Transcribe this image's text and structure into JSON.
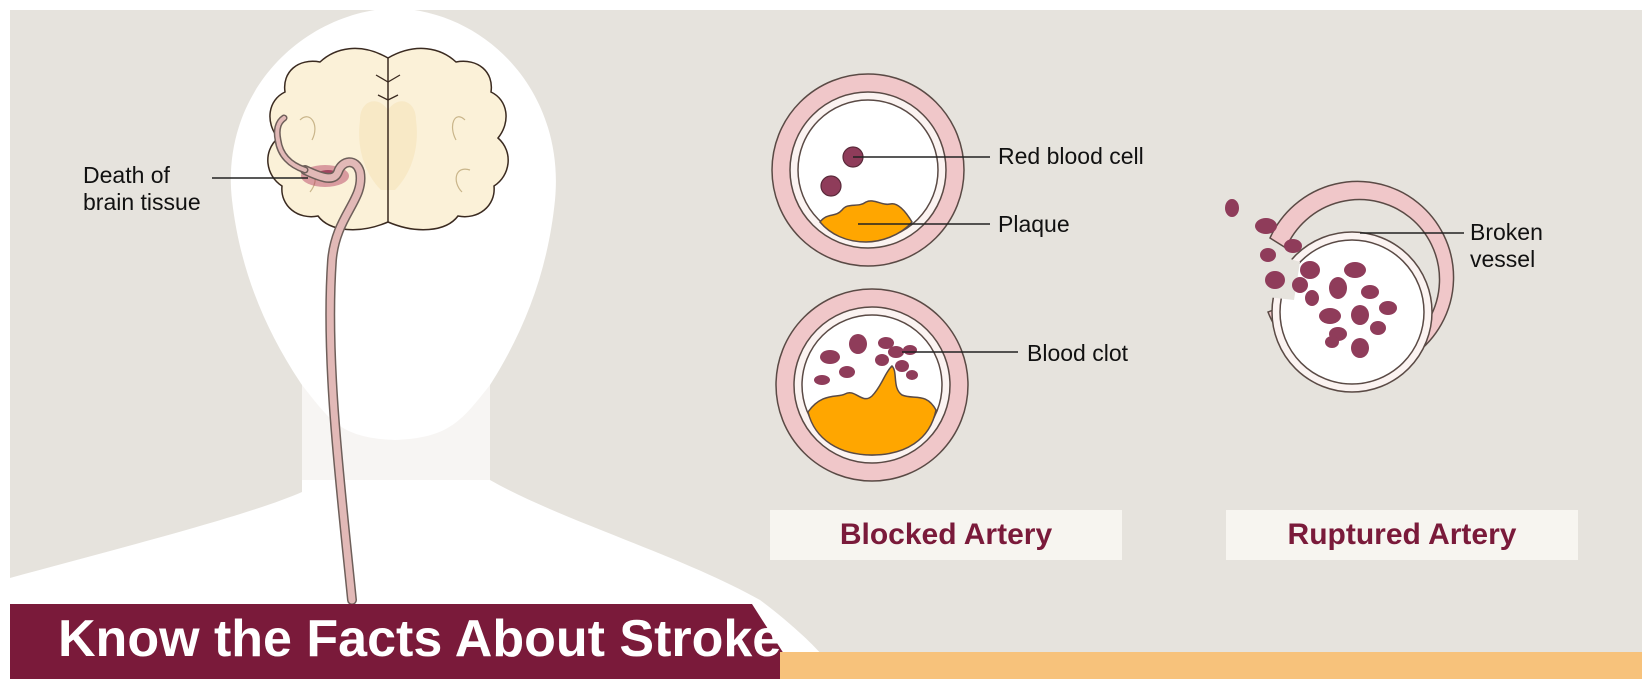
{
  "colors": {
    "background": "#e6e3dd",
    "silhouette": "#ffffff",
    "brain": "#fbf1d8",
    "vessel_wall": "#f0c7c9",
    "blood_cell": "#8f3c5a",
    "plaque": "#ffa600",
    "caption_text": "#7a1a3a",
    "banner": "#7a1a3a",
    "accent_strip": "#f7c27b"
  },
  "labels": {
    "death_of_brain_tissue": "Death of\nbrain tissue",
    "red_blood_cell": "Red blood cell",
    "plaque": "Plaque",
    "blood_clot": "Blood clot",
    "broken_vessel": "Broken\nvessel"
  },
  "captions": {
    "blocked": "Blocked Artery",
    "ruptured": "Ruptured Artery"
  },
  "banner": {
    "title": "Know the Facts About Stroke"
  }
}
